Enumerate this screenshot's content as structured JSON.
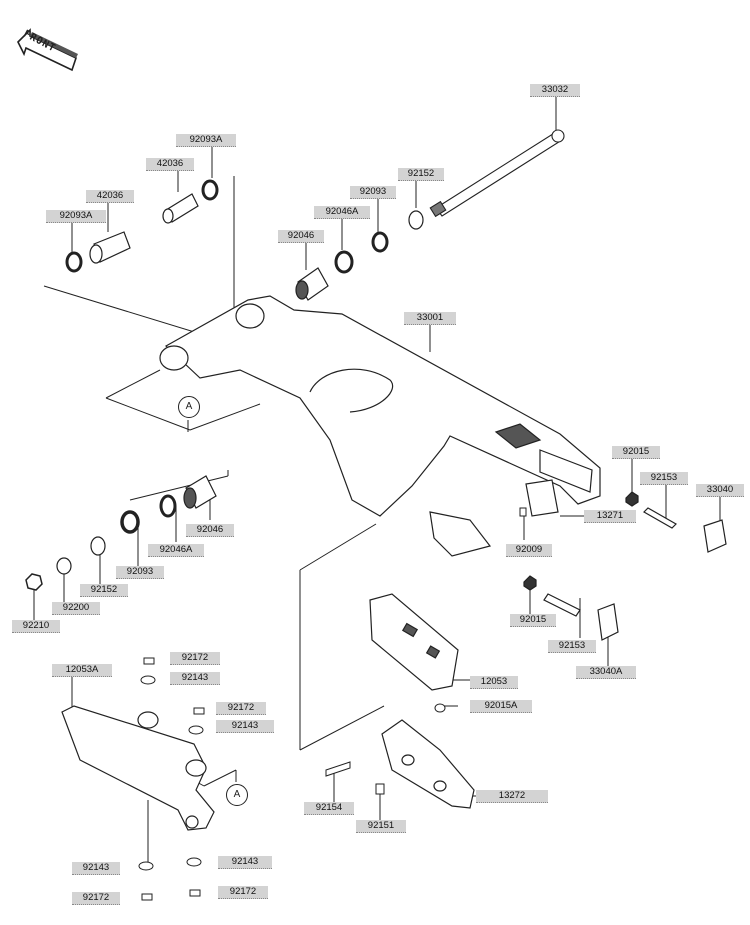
{
  "front_label": "FRONT",
  "callout_letter": "A",
  "parts": {
    "p33032": "33032",
    "p92093A_top": "92093A",
    "p42036_top": "42036",
    "p42036_left": "42036",
    "p92093A_left": "92093A",
    "p92152_top": "92152",
    "p92093_top": "92093",
    "p92046A_top": "92046A",
    "p92046_top": "92046",
    "p33001": "33001",
    "p92015_right": "92015",
    "p92153_right": "92153",
    "p33040": "33040",
    "p13271": "13271",
    "p92009": "92009",
    "p92046_low": "92046",
    "p92046A_low": "92046A",
    "p92093_low": "92093",
    "p92152_low": "92152",
    "p92200": "92200",
    "p92210": "92210",
    "p92015_mid": "92015",
    "p92153_mid": "92153",
    "p33040A": "33040A",
    "p12053": "12053",
    "p12053A": "12053A",
    "p92172_a": "92172",
    "p92143_a": "92143",
    "p92172_b": "92172",
    "p92143_b": "92143",
    "p92015A": "92015A",
    "p13272": "13272",
    "p92154": "92154",
    "p92151": "92151",
    "p92143_c": "92143",
    "p92143_d": "92143",
    "p92172_c": "92172",
    "p92172_d": "92172"
  }
}
